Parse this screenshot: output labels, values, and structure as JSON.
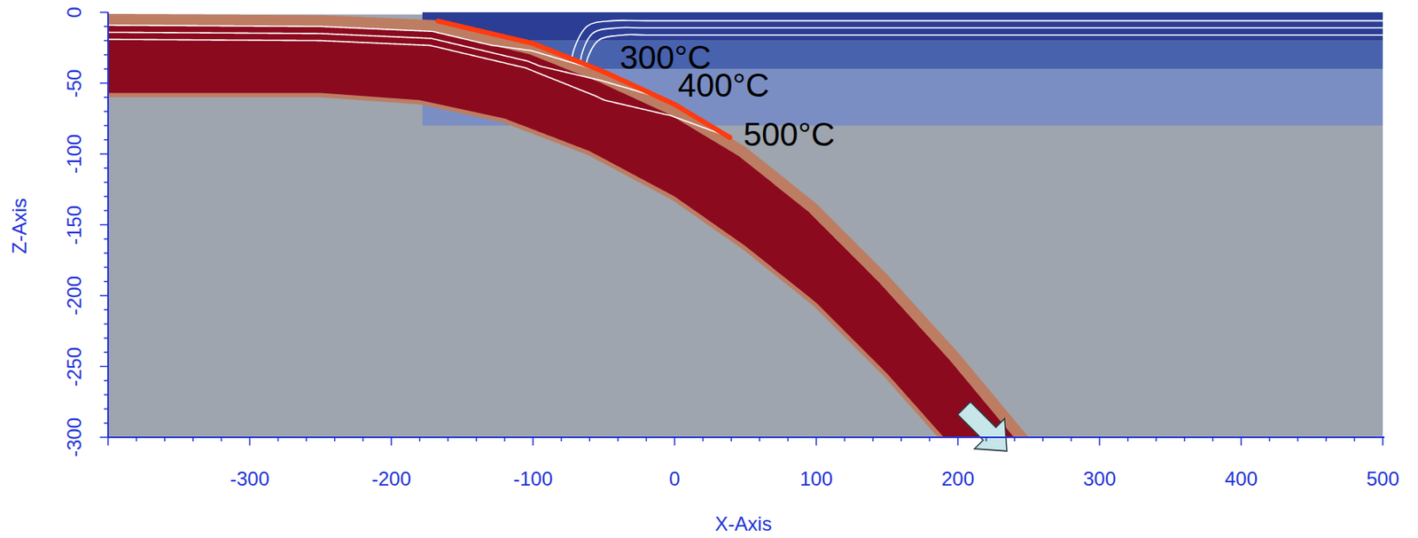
{
  "diagram": {
    "labels": [
      "0",
      "-50",
      "-100",
      "-150",
      "-200",
      "-250",
      "-300",
      "Z-Axis",
      "-300",
      "-200",
      "-100",
      "0",
      "100",
      "200",
      "300",
      "400",
      "500",
      "X-Axis",
      "300°C",
      "400°C",
      "500°C"
    ]
  }
}
